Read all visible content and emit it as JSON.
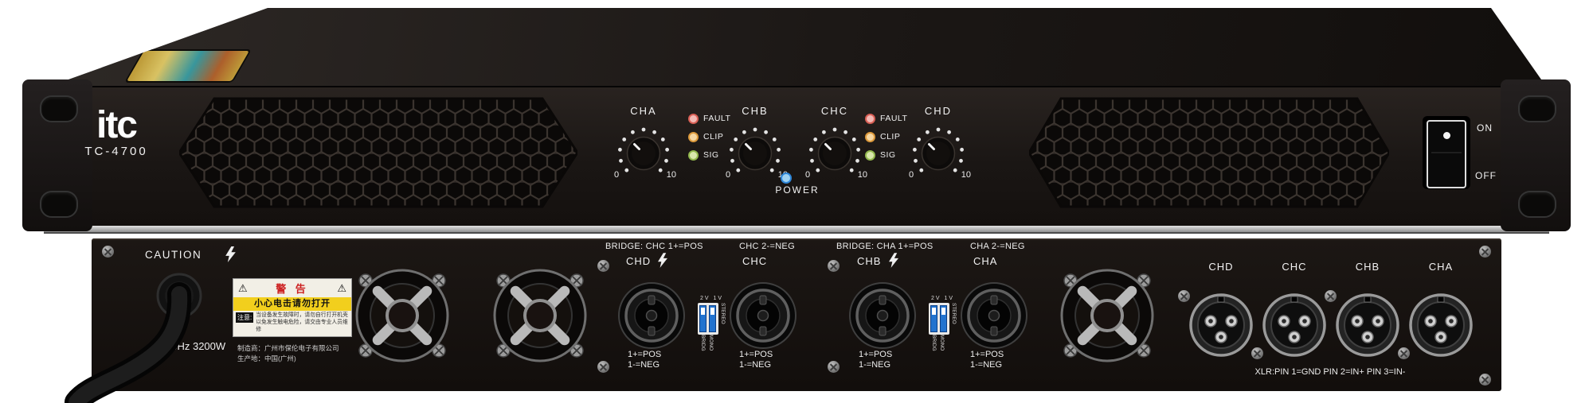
{
  "device": {
    "brand": "itc",
    "model": "TC-4700"
  },
  "front": {
    "channels": [
      {
        "label": "CHA",
        "min": "0",
        "max": "10"
      },
      {
        "label": "CHB",
        "min": "0",
        "max": "10"
      },
      {
        "label": "CHC",
        "min": "0",
        "max": "10"
      },
      {
        "label": "CHD",
        "min": "0",
        "max": "10"
      }
    ],
    "leds": {
      "fault": "FAULT",
      "clip": "CLIP",
      "sig": "SIG"
    },
    "power_label": "POWER",
    "switch": {
      "on": "ON",
      "off": "OFF"
    }
  },
  "rear": {
    "caution_label": "CAUTION",
    "rating": "50Hz 3200W",
    "mfr_line1": "制造商：广州市保伦电子有限公司",
    "mfr_line2": "生产地：中国(广州)",
    "warning": {
      "tri_icon": "⚠",
      "title": "警 告",
      "subtitle": "小心电击请勿打开",
      "note_label": "注意:",
      "note_line1": "当设备发生故障时，请勿自行打开机壳",
      "note_line2": "以免发生触电危险，请交由专业人员维修"
    },
    "bridge_labels": [
      "BRIDGE: CHC 1+=POS",
      "CHC 2-=NEG",
      "BRIDGE: CHA 1+=POS",
      "CHA 2-=NEG"
    ],
    "speakon_channels": [
      "CHD",
      "CHC",
      "CHB",
      "CHA"
    ],
    "pin_line1": "1+=POS",
    "pin_line2": "1-=NEG",
    "dip": {
      "v2": "2V",
      "v1": "1V",
      "bridg": "BRIDG",
      "mono": "MONO",
      "stereo": "STEREO"
    },
    "xlr_channels": [
      "CHD",
      "CHC",
      "CHB",
      "CHA"
    ],
    "xlr_caption": "XLR:PIN 1=GND PIN 2=IN+ PIN 3=IN-"
  },
  "colors": {
    "led_fault": "#d95f55",
    "led_clip": "#dd9a3c",
    "led_sig": "#93b94e",
    "led_power": "#2e86d8",
    "dip_blue": "#2273cf",
    "warning_yellow": "#f2cf1d",
    "chassis_black": "#17120f"
  }
}
